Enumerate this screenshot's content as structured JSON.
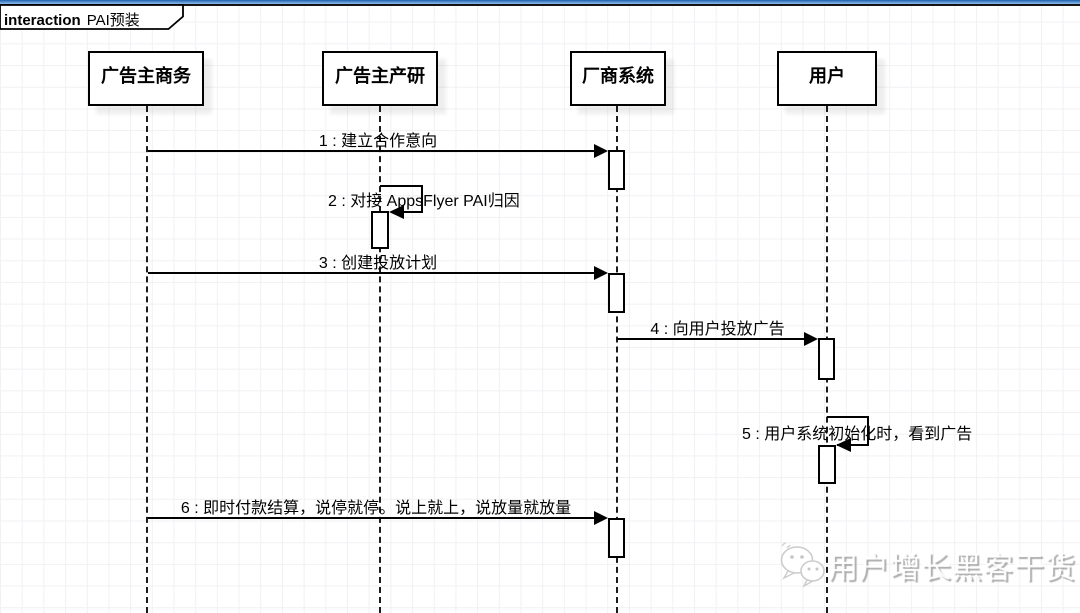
{
  "frame": {
    "keyword": "interaction",
    "title": "PAI预装"
  },
  "actors": [
    {
      "id": "advertiser-business",
      "label": "广告主商务"
    },
    {
      "id": "advertiser-rnd",
      "label": "广告主产研"
    },
    {
      "id": "vendor-system",
      "label": "厂商系统"
    },
    {
      "id": "user",
      "label": "用户"
    }
  ],
  "messages": [
    {
      "seq": 1,
      "label": "1 : 建立合作意向",
      "from": "广告主商务",
      "to": "厂商系统",
      "kind": "call"
    },
    {
      "seq": 2,
      "label": "2 : 对接 AppsFlyer PAI归因",
      "from": "广告主产研",
      "to": "广告主产研",
      "kind": "self"
    },
    {
      "seq": 3,
      "label": "3 : 创建投放计划",
      "from": "广告主商务",
      "to": "厂商系统",
      "kind": "call"
    },
    {
      "seq": 4,
      "label": "4 : 向用户投放广告",
      "from": "厂商系统",
      "to": "用户",
      "kind": "call"
    },
    {
      "seq": 5,
      "label": "5 : 用户系统初始化时，看到广告",
      "from": "用户",
      "to": "用户",
      "kind": "self"
    },
    {
      "seq": 6,
      "label": "6 : 即时付款结算，说停就停。说上就上，说放量就放量",
      "from": "广告主商务",
      "to": "厂商系统",
      "kind": "call"
    }
  ],
  "watermark": {
    "text": "用户增长黑客干货",
    "icon": "wechat-icon"
  },
  "colors": {
    "selection_blue": "#4e8ed3",
    "stroke": "#000000",
    "grid_line": "#f1f1f5",
    "box_shadow": "rgba(0,0,0,0.07)",
    "watermark_gray": "#cccccc"
  }
}
